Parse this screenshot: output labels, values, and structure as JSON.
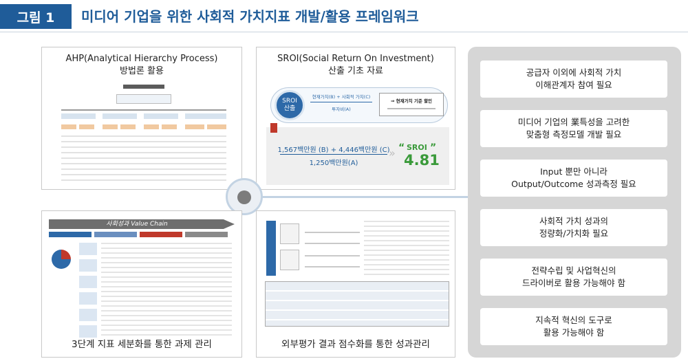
{
  "figure": {
    "badge": "그림 1",
    "title": "미디어 기업을 위한 사회적 가치지표 개발/활용 프레임워크"
  },
  "panels": {
    "ahp": {
      "title_line1": "AHP(Analytical Hierarchy Process)",
      "title_line2": "방법론 활용"
    },
    "sroi": {
      "title_line1": "SROI(Social Return On Investment)",
      "title_line2": "산출 기초 자료",
      "circle_label": "SROI\n산출",
      "formula_top": "현재가치(B) + 사회적 가치(C)",
      "formula_bottom": "투자비(A)",
      "note_title": "⇒ 현재가치 기준 할인",
      "result_numerator": "1,567백만원 (B) + 4,446백만원 (C)",
      "result_denominator": "1,250백만원(A)",
      "result_label": "SROI",
      "result_value": "4.81"
    },
    "chain": {
      "header": "사회성과 Value Chain",
      "caption": "3단계 지표 세분화를 통한 과제 관리"
    },
    "eval": {
      "caption": "외부평가 결과 점수화를 통한 성과관리"
    }
  },
  "right_items": [
    "공급자 이외에 사회적 가치\n이해관계자 참여 필요",
    "미디어 기업의 業특성을 고려한\n맞춤형 측정모델 개발 필요",
    "Input 뿐만 아니라\nOutput/Outcome 성과측정 필요",
    "사회적 가치 성과의\n정량화/가치화 필요",
    "전략수립 및 사업혁신의\n드라이버로 활용 가능해야 함",
    "지속적 혁신의 도구로\n활용 가능해야 함"
  ],
  "colors": {
    "brand_blue": "#1f5c99",
    "sroi_value": "#3a9a3a",
    "panel_border": "#c8c8c8",
    "right_column_bg": "#d6d6d6",
    "connector": "#c3d3e3"
  }
}
